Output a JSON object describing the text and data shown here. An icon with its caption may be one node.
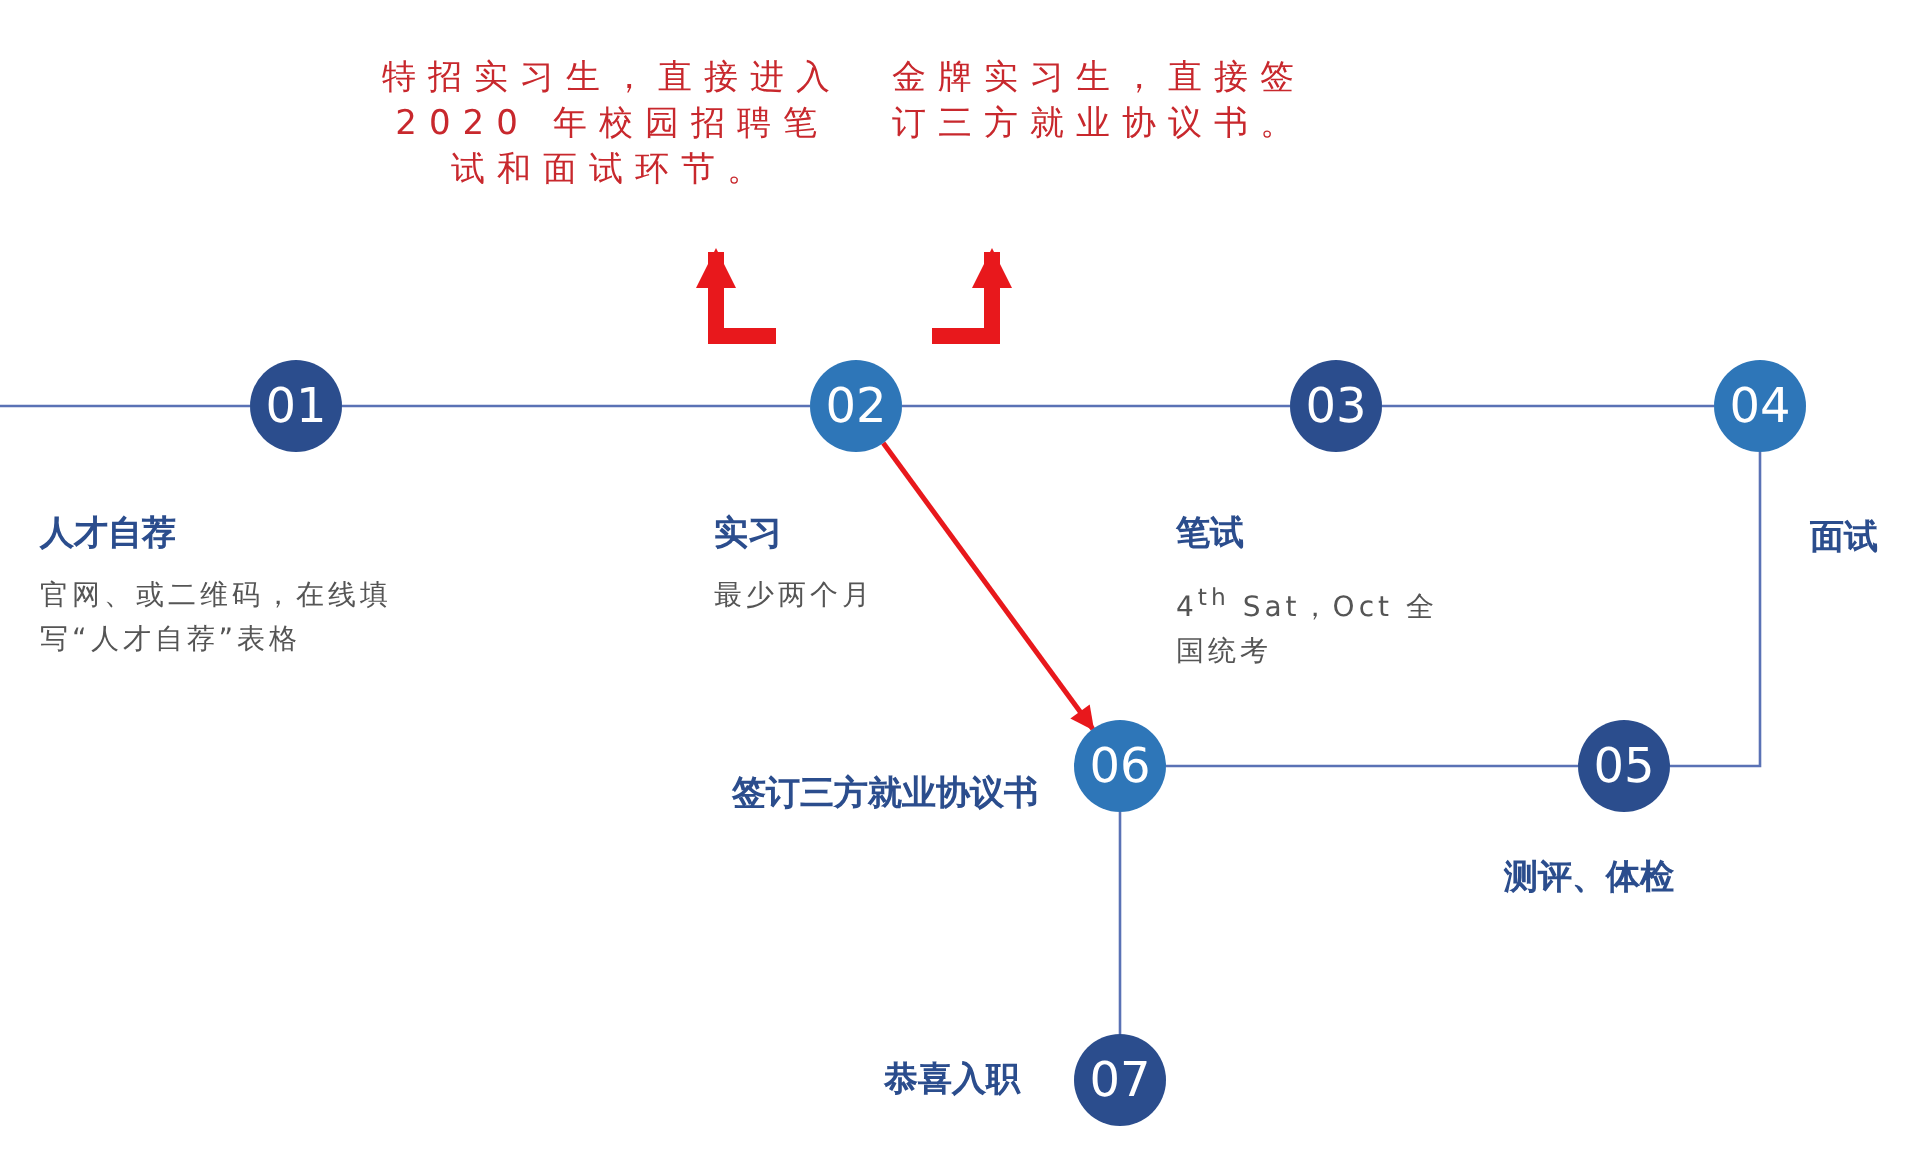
{
  "diagram": {
    "nodes": [
      {
        "text": [
          "01"
        ],
        "beside": [
          "人才自荐",
          "官网、或二维码，在线填写“人才自荐”表格"
        ]
      },
      {
        "text": [
          "02"
        ],
        "beside": [
          "实习",
          "最少两个月"
        ]
      },
      {
        "text": [
          "03"
        ],
        "beside": [
          "笔试",
          "4$^{th}$ Sat，Oct 全国统考"
        ]
      },
      {
        "text": [
          "04"
        ],
        "beside": [
          "面试"
        ]
      },
      {
        "text": [
          "05"
        ],
        "beside": [
          "测评、体检"
        ]
      },
      {
        "text": [
          "06"
        ],
        "beside": [
          "签订三方就业协议书"
        ]
      },
      {
        "text": [
          "07"
        ],
        "beside": [
          "恭喜入职"
        ]
      },
      {
        "text": [
          "特招实习生，直接进入 2020 年校园招聘笔试和面试环节。"
        ]
      },
      {
        "text": [
          "金牌实习生，直接签订三方就业协议书。"
        ]
      }
    ],
    "edges": [
      {
        "from": null,
        "to": 0,
        "arrow": "none"
      },
      {
        "from": 0,
        "to": 1,
        "arrow": "none"
      },
      {
        "from": 1,
        "to": 2,
        "arrow": "none"
      },
      {
        "from": 2,
        "to": 3,
        "arrow": "none"
      },
      {
        "from": 3,
        "to": 4,
        "arrow": "none"
      },
      {
        "from": 4,
        "to": 5,
        "arrow": "none"
      },
      {
        "from": 5,
        "to": 6,
        "arrow": "none"
      },
      {
        "from": 1,
        "to": 5,
        "arrow": "to",
        "color": "#e8181c"
      },
      {
        "from": null,
        "to": 7,
        "arrow": "to",
        "style": "thick",
        "color": "#e8181c"
      },
      {
        "from": null,
        "to": 8,
        "arrow": "to",
        "style": "thick",
        "color": "#e8181c"
      }
    ]
  }
}
